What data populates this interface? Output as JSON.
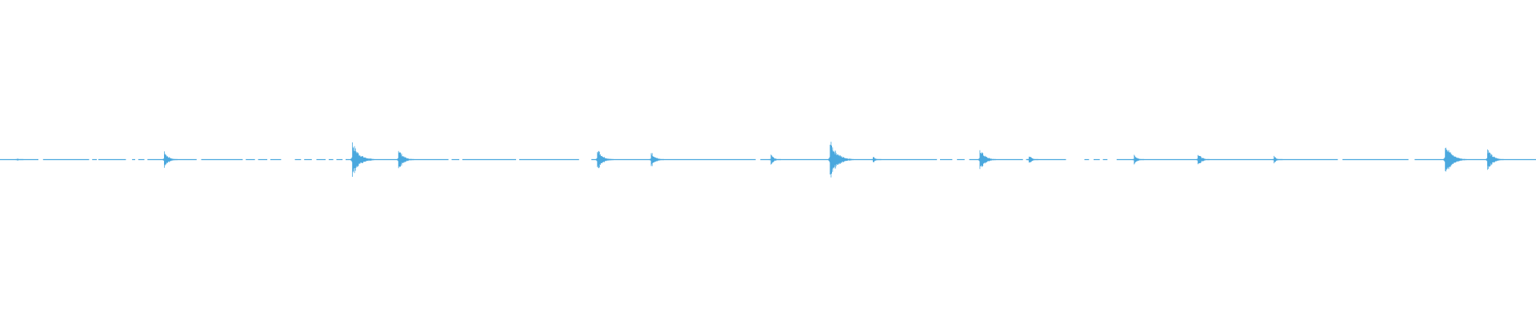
{
  "waveform": {
    "color": "#4aa8de",
    "background": "#ffffff",
    "duration_fraction_bursts": [
      {
        "t": 0.0125,
        "amp": 0.004
      },
      {
        "t": 0.108,
        "amp": 0.03
      },
      {
        "t": 0.2305,
        "amp": 0.06
      },
      {
        "t": 0.2605,
        "amp": 0.038
      },
      {
        "t": 0.39,
        "amp": 0.04
      },
      {
        "t": 0.425,
        "amp": 0.028
      },
      {
        "t": 0.503,
        "amp": 0.018
      },
      {
        "t": 0.5415,
        "amp": 0.065
      },
      {
        "t": 0.5695,
        "amp": 0.012
      },
      {
        "t": 0.639,
        "amp": 0.04
      },
      {
        "t": 0.671,
        "amp": 0.016
      },
      {
        "t": 0.7395,
        "amp": 0.018
      },
      {
        "t": 0.781,
        "amp": 0.024
      },
      {
        "t": 0.8305,
        "amp": 0.014
      },
      {
        "t": 0.942,
        "amp": 0.058
      },
      {
        "t": 0.9695,
        "amp": 0.04
      }
    ],
    "gaps": [
      [
        0.025,
        0.028
      ],
      [
        0.058,
        0.06
      ],
      [
        0.063,
        0.064
      ],
      [
        0.082,
        0.086
      ],
      [
        0.088,
        0.09
      ],
      [
        0.094,
        0.096
      ],
      [
        0.128,
        0.131
      ],
      [
        0.158,
        0.16
      ],
      [
        0.166,
        0.168
      ],
      [
        0.174,
        0.176
      ],
      [
        0.183,
        0.192
      ],
      [
        0.196,
        0.198
      ],
      [
        0.203,
        0.206
      ],
      [
        0.212,
        0.214
      ],
      [
        0.217,
        0.219
      ],
      [
        0.223,
        0.225
      ],
      [
        0.292,
        0.294
      ],
      [
        0.299,
        0.301
      ],
      [
        0.336,
        0.338
      ],
      [
        0.377,
        0.385
      ],
      [
        0.492,
        0.495
      ],
      [
        0.61,
        0.612
      ],
      [
        0.62,
        0.623
      ],
      [
        0.628,
        0.631
      ],
      [
        0.666,
        0.668
      ],
      [
        0.694,
        0.706
      ],
      [
        0.709,
        0.712
      ],
      [
        0.716,
        0.718
      ],
      [
        0.721,
        0.727
      ],
      [
        0.871,
        0.874
      ],
      [
        0.917,
        0.921
      ]
    ]
  }
}
